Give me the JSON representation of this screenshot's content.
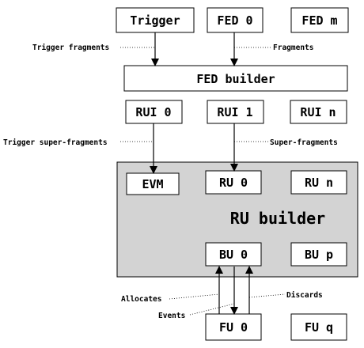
{
  "nodes": {
    "trigger": "Trigger",
    "fed_0": "FED 0",
    "fed_m": "FED m",
    "fed_builder": "FED builder",
    "rui_0": "RUI 0",
    "rui_1": "RUI 1",
    "rui_n": "RUI n",
    "evm": "EVM",
    "ru_0": "RU 0",
    "ru_n": "RU n",
    "ru_builder": "RU builder",
    "bu_0": "BU 0",
    "bu_p": "BU p",
    "fu_0": "FU 0",
    "fu_q": "FU q"
  },
  "annotations": {
    "trigger_fragments": "Trigger fragments",
    "fragments": "Fragments",
    "trigger_super_fragments": "Trigger super-fragments",
    "super_fragments": "Super-fragments",
    "allocates": "Allocates",
    "events": "Events",
    "discards": "Discards"
  },
  "colors": {
    "ru_builder_fill": "#d3d3d3",
    "box_fill": "#ffffff",
    "stroke": "#000000"
  }
}
